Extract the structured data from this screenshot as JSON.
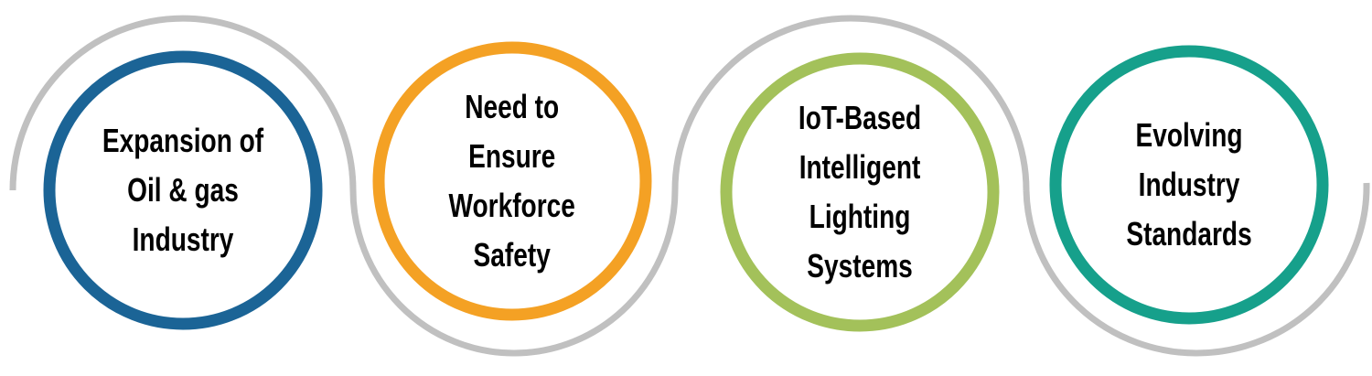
{
  "colors": {
    "connector": "#c0c0c0",
    "blue": "#1b6496",
    "orange": "#f4a124",
    "green": "#a3c15a",
    "teal": "#16a08b"
  },
  "items": [
    {
      "label": "Expansion of\nOil & gas\nIndustry",
      "color": "#1b6496"
    },
    {
      "label": "Need to\nEnsure\nWorkforce\nSafety",
      "color": "#f4a124"
    },
    {
      "label": "IoT-Based\nIntelligent\nLighting\nSystems",
      "color": "#a3c15a"
    },
    {
      "label": "Evolving\nIndustry\nStandards",
      "color": "#16a08b"
    }
  ]
}
